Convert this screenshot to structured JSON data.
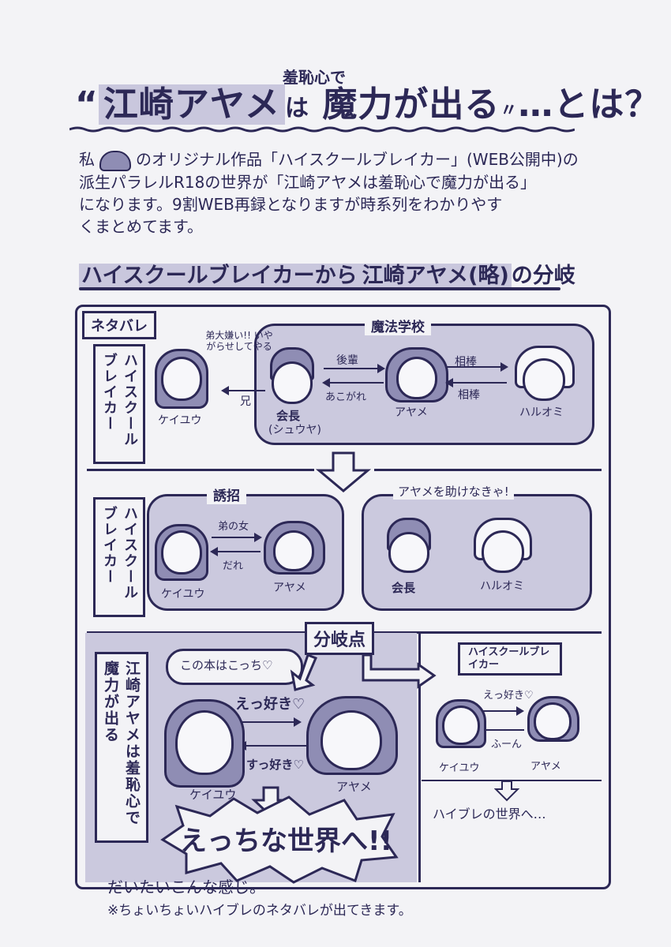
{
  "title": {
    "quote_mark": "“",
    "name": "江崎アヤメ",
    "particle": "は",
    "ruby": "羞恥心で",
    "rest": "魔力が出る",
    "dakuten": "〃",
    "suffix": "…とは？"
  },
  "intro": {
    "line1a": "私",
    "line1b": "のオリジナル作品「ハイスクールブレイカー」(WEB公開中)の",
    "line2": "派生パラレルR18の世界が「江崎アヤメは羞恥心で魔力が出る」",
    "line3": "になります。9割WEB再録となりますが時系列をわかりやす",
    "line4": "くまとめてます。"
  },
  "section_title": {
    "part1": "ハイスクールブレイカーから",
    "part2": "江崎アヤメ(略)",
    "part3": "の分岐"
  },
  "row1": {
    "spoiler_tag": "ネタバレ",
    "side_label": "ハイスクールブレイカー",
    "group_title": "魔法学校",
    "shout": "弟大嫌い!! いやがらせしてやる",
    "keiyu": "ケイユウ",
    "ani": "兄",
    "kaicho": "会長",
    "kaicho_sub": "(シュウヤ)",
    "kohai": "後輩",
    "akogare": "あこがれ",
    "ayame": "アヤメ",
    "aibou1": "相棒",
    "aibou2": "相棒",
    "haruomi": "ハルオミ"
  },
  "row2": {
    "side_label": "ハイスクールブレイカー",
    "left_title": "誘招",
    "otouto_no_onna": "弟の女",
    "dare": "だれ",
    "keiyu": "ケイユウ",
    "ayame": "アヤメ",
    "right_title": "アヤメを助けなきゃ!",
    "kaicho": "会長",
    "haruomi": "ハルオミ"
  },
  "row3": {
    "branch_point": "分岐点",
    "side_label": "江崎アヤメは羞恥心で魔力が出る",
    "this_book": "この本はこっち♡",
    "ecchi_suki": "えっ好き♡",
    "su_suki": "すっ好き♡",
    "keiyu": "ケイユウ",
    "ayame": "アヤメ",
    "big_banner": "えっちな世界へ!!",
    "alt_label": "ハイスクールブレイカー",
    "alt_ecchi": "えっ好き♡",
    "alt_fuun": "ふーん",
    "alt_keiyu": "ケイユウ",
    "alt_ayame": "アヤメ",
    "alt_world": "ハイブレの世界へ…"
  },
  "footer": {
    "line1": "だいたいこんな感じ。",
    "line2": "※ちょいちょいハイブレのネタバレが出てきます。"
  },
  "colors": {
    "ink": "#2c2856",
    "tone": "#c9c7dd",
    "paper": "#f3f3f6",
    "hair": "#8f8db4"
  }
}
